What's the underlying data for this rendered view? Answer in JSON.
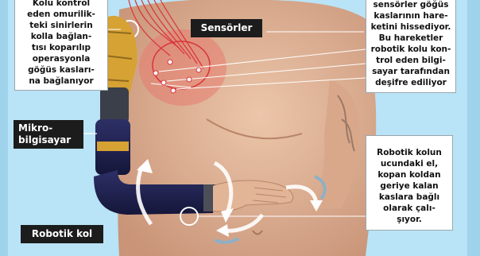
{
  "callouts": {
    "nerves": {
      "lines": [
        "Kolu kontrol",
        "eden omurilik-",
        "teki sinirlerin",
        "kolla bağlan-",
        "tısı koparılıp",
        "operasyonla",
        "göğüs kasları-",
        "na bağlanıyor"
      ]
    },
    "sensors_info": {
      "lines": [
        "sensörler göğüs",
        "kaslarının hare-",
        "ketini hissediyor.",
        "Bu hareketler",
        "robotik kolu kon-",
        "trol eden bilgi-",
        "sayar tarafından",
        "deşifre ediliyor"
      ]
    },
    "hand": {
      "lines": [
        "Robotik kolun",
        "ucundaki el,",
        "kopan koldan",
        "geriye kalan",
        "kaslara bağlı",
        "olarak çalı-",
        "şıyor."
      ]
    }
  },
  "labels": {
    "sensors": "Sensörler",
    "computer": [
      "Mikro-",
      "bilgisayar"
    ],
    "arm": "Robotik kol"
  },
  "colors": {
    "background": "#b9e3f6",
    "skin": "#e2b597",
    "label_dark": "#1c1c1c",
    "callout_bg": "#ffffff",
    "nerve_red": "#d9343a",
    "prosthetic_navy": "#1f2150",
    "prosthetic_gold": "#d6a233",
    "rotation_arrow": "#ffffff"
  }
}
